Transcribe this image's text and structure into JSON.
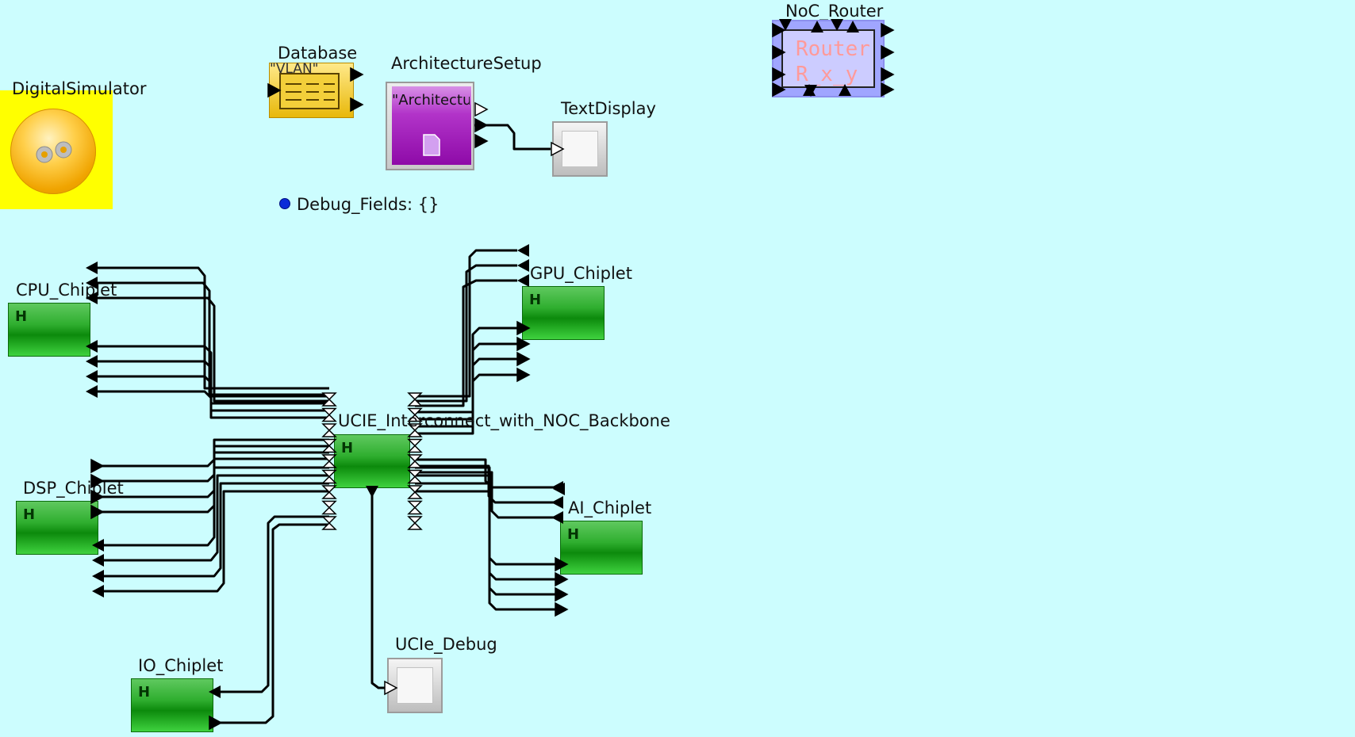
{
  "diagram": {
    "director": {
      "label": "DigitalSimulator",
      "icon": "gears-icon"
    },
    "database": {
      "label": "Database",
      "tag": "\"VLAN\"",
      "icon": "table-icon"
    },
    "architecture_setup": {
      "label": "ArchitectureSetup",
      "value": "\"Architectu..."
    },
    "text_display": {
      "label": "TextDisplay"
    },
    "router": {
      "label": "NoC_Router",
      "line1": "Router",
      "line2": "R_x_y"
    },
    "debug_param": {
      "name": "Debug_Fields:",
      "value": "{}"
    },
    "chiplets": {
      "cpu": "CPU_Chiplet",
      "gpu": "GPU_Chiplet",
      "dsp": "DSP_Chiplet",
      "ai": "AI_Chiplet",
      "io": "IO_Chiplet"
    },
    "interconnect": {
      "label": "UCIE_Interconnect_with_NOC_Backbone"
    },
    "debug_display": {
      "label": "UCIe_Debug"
    },
    "colors": {
      "background": "#ccfdfe",
      "director": "#ffff00",
      "chiplet": "#2fae2f",
      "router": "#a0a6ff",
      "router_text": "#ff9a9a",
      "parameter_dot": "#0b2ad8"
    }
  }
}
